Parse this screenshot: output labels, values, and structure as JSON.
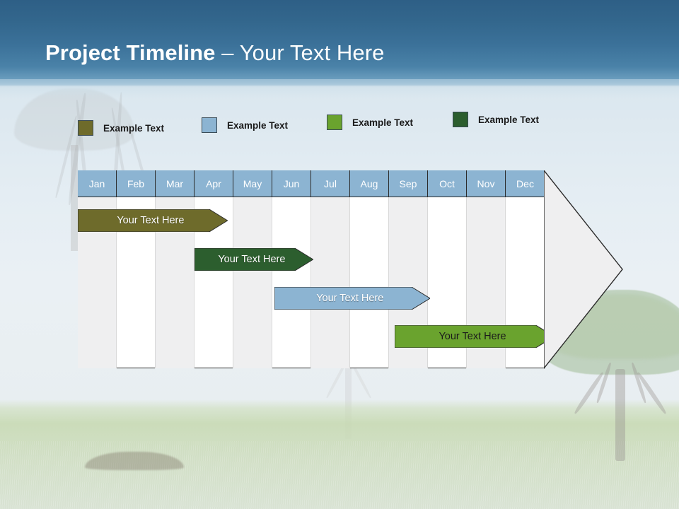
{
  "slide": {
    "title_bold": "Project Timeline",
    "title_sep": " – ",
    "title_light": "Your Text Here"
  },
  "colors": {
    "header_band_top": "#2e5f86",
    "header_band_bottom": "#9dc0d6",
    "month_header": "#8cb4d2",
    "column_shade": "#efeff0",
    "column_plain": "#ffffff",
    "frame_stroke": "#2b2b2b",
    "olive": "#6e6b2b",
    "dark_green": "#2c5e2e",
    "light_blue": "#8cb4d2",
    "green": "#6aa32e",
    "arrow_head_fill": "#efeff0"
  },
  "legend": {
    "items": [
      {
        "label": "Example Text",
        "color": "#6e6b2b",
        "swatch_name": "olive-swatch"
      },
      {
        "label": "Example Text",
        "color": "#8cb4d2",
        "swatch_name": "blue-swatch"
      },
      {
        "label": "Example Text",
        "color": "#6aa32e",
        "swatch_name": "green-swatch"
      },
      {
        "label": "Example Text",
        "color": "#2c5e2e",
        "swatch_name": "dark-green-swatch"
      }
    ]
  },
  "chart_data": {
    "type": "bar",
    "title": "Project Timeline",
    "xlabel": "",
    "ylabel": "",
    "grid": true,
    "legend_position": "top",
    "categories": [
      "Jan",
      "Feb",
      "Mar",
      "Apr",
      "May",
      "Jun",
      "Jul",
      "Aug",
      "Sep",
      "Oct",
      "Nov",
      "Dec"
    ],
    "axis_range": [
      "Jan",
      "Dec"
    ],
    "series": [
      {
        "name": "Example Text",
        "label": "Your  Text Here",
        "color": "#6e6b2b",
        "text_color": "#ffffff",
        "start_month": "Jan",
        "end_month": "Apr",
        "start_index": 0,
        "end_index": 3.85,
        "row": 0
      },
      {
        "name": "Example Text",
        "label": "Your  Text Here",
        "color": "#2c5e2e",
        "text_color": "#ffffff",
        "start_month": "Apr",
        "end_month": "Jul",
        "start_index": 3.0,
        "end_index": 6.05,
        "row": 1
      },
      {
        "name": "Example Text",
        "label": "Your  Text Here",
        "color": "#8cb4d2",
        "text_color": "#ffffff",
        "start_month": "Jun",
        "end_month": "Sep",
        "start_index": 5.05,
        "end_index": 9.05,
        "row": 2
      },
      {
        "name": "Example Text",
        "label": "Your  Text Here",
        "color": "#6aa32e",
        "text_color": "#1b1b1b",
        "start_month": "Sep",
        "end_month": "Dec",
        "start_index": 8.15,
        "end_index": 12.25,
        "row": 3
      }
    ]
  }
}
